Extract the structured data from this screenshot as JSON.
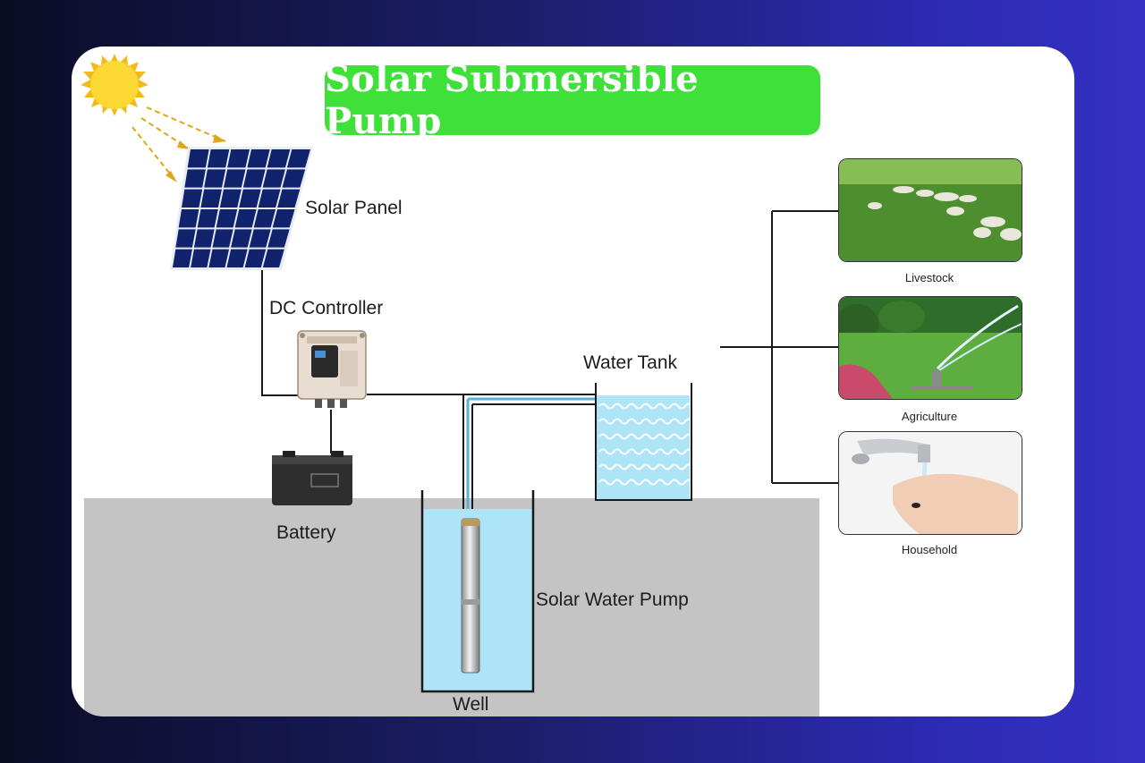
{
  "title": "Solar Submersible Pump",
  "labels": {
    "solar_panel": "Solar Panel",
    "dc_controller": "DC Controller",
    "battery": "Battery",
    "water_tank": "Water Tank",
    "solar_water_pump": "Solar Water Pump",
    "well": "Well"
  },
  "uses": [
    {
      "label": "Livestock",
      "icon": "livestock-photo"
    },
    {
      "label": "Agriculture",
      "icon": "agriculture-photo"
    },
    {
      "label": "Household",
      "icon": "household-photo"
    }
  ],
  "colors": {
    "title_bg": "#3fe03a",
    "ground": "#c4c4c4",
    "water": "#aee4f7",
    "panel": "#12236e"
  }
}
